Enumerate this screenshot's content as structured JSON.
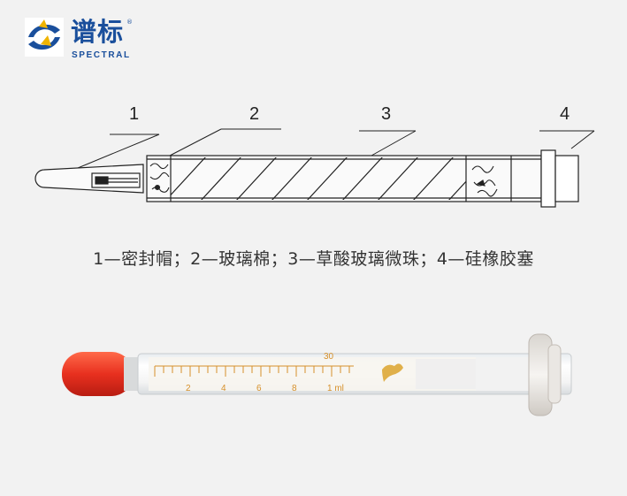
{
  "logo": {
    "brand_cn": "谱标",
    "brand_en": "SPECTRAL",
    "registered": "®"
  },
  "diagram": {
    "callouts": [
      "1",
      "2",
      "3",
      "4"
    ]
  },
  "legend": {
    "text": "1—密封帽；2—玻璃棉；3—草酸玻璃微珠；4—硅橡胶塞"
  },
  "photo": {
    "scale_top": "30",
    "scale_labels": [
      "2",
      "4",
      "6",
      "8",
      "1 ml"
    ]
  }
}
